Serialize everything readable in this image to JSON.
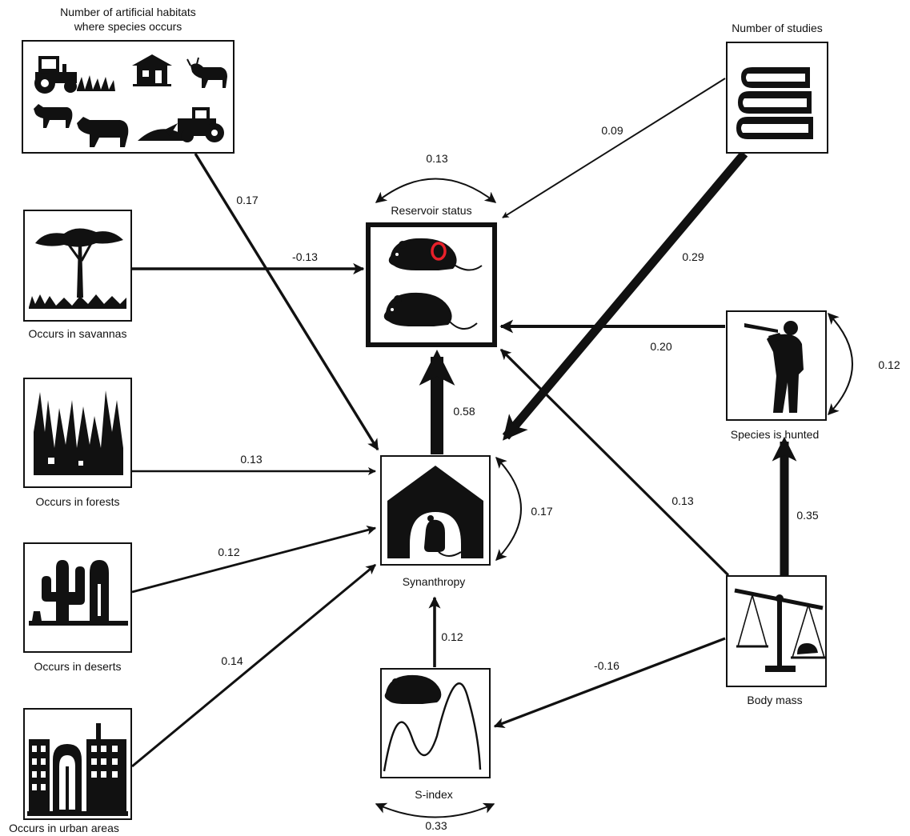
{
  "nodes": {
    "artificial": {
      "label_1": "Number of artificial habitats",
      "label_2": "where species occurs"
    },
    "studies": {
      "label": "Number of studies"
    },
    "reservoir": {
      "label": "Reservoir status"
    },
    "savannas": {
      "label": "Occurs in savannas"
    },
    "hunted": {
      "label": "Species is hunted"
    },
    "forests": {
      "label": "Occurs in forests"
    },
    "synanthropy": {
      "label": "Synanthropy"
    },
    "deserts": {
      "label": "Occurs in deserts"
    },
    "body_mass": {
      "label": "Body mass"
    },
    "urban": {
      "label": "Occurs in urban areas"
    },
    "s_index": {
      "label": "S-index"
    }
  },
  "paths": [
    {
      "id": "artificial-synanthropy",
      "from": "Number of artificial habitats where species occurs",
      "to": "Synanthropy",
      "coef": "0.17"
    },
    {
      "id": "savannas-reservoir",
      "from": "Occurs in savannas",
      "to": "Reservoir status",
      "coef": "-0.13"
    },
    {
      "id": "forests-synanthropy",
      "from": "Occurs in forests",
      "to": "Synanthropy",
      "coef": "0.13"
    },
    {
      "id": "deserts-synanthropy",
      "from": "Occurs in deserts",
      "to": "Synanthropy",
      "coef": "0.12"
    },
    {
      "id": "urban-synanthropy",
      "from": "Occurs in urban areas",
      "to": "Synanthropy",
      "coef": "0.14"
    },
    {
      "id": "studies-reservoir",
      "from": "Number of studies",
      "to": "Reservoir status",
      "coef": "0.09"
    },
    {
      "id": "studies-synanthropy",
      "from": "Number of studies",
      "to": "Synanthropy",
      "coef": "0.29"
    },
    {
      "id": "hunted-reservoir",
      "from": "Species is hunted",
      "to": "Reservoir status",
      "coef": "0.20"
    },
    {
      "id": "synanthropy-reservoir",
      "from": "Synanthropy",
      "to": "Reservoir status",
      "coef": "0.58"
    },
    {
      "id": "bodymass-reservoir",
      "from": "Body mass",
      "to": "Reservoir status",
      "coef": "0.13"
    },
    {
      "id": "bodymass-hunted",
      "from": "Body mass",
      "to": "Species is hunted",
      "coef": "0.35"
    },
    {
      "id": "bodymass-sindex",
      "from": "Body mass",
      "to": "S-index",
      "coef": "-0.16"
    },
    {
      "id": "sindex-synanthropy",
      "from": "S-index",
      "to": "Synanthropy",
      "coef": "0.12"
    }
  ],
  "self_loops": [
    {
      "id": "reservoir-loop",
      "node": "Reservoir status",
      "coef": "0.13"
    },
    {
      "id": "hunted-loop",
      "node": "Species is hunted",
      "coef": "0.12"
    },
    {
      "id": "synanthropy-loop",
      "node": "Synanthropy",
      "coef": "0.17"
    },
    {
      "id": "sindex-loop",
      "node": "S-index",
      "coef": "0.33"
    }
  ],
  "colors": {
    "ink": "#111111",
    "background": "#ffffff",
    "highlight": "#e8202a"
  },
  "icons": {
    "artificial": "farm-and-livestock-icon",
    "studies": "books-icon",
    "reservoir": "rodent-pair-icon",
    "savannas": "acacia-tree-icon",
    "hunted": "hunter-icon",
    "forests": "conifer-forest-icon",
    "synanthropy": "house-with-mouse-icon",
    "deserts": "cactus-icon",
    "body_mass": "balance-scale-icon",
    "urban": "city-buildings-icon",
    "s_index": "rodent-distribution-curve-icon"
  }
}
